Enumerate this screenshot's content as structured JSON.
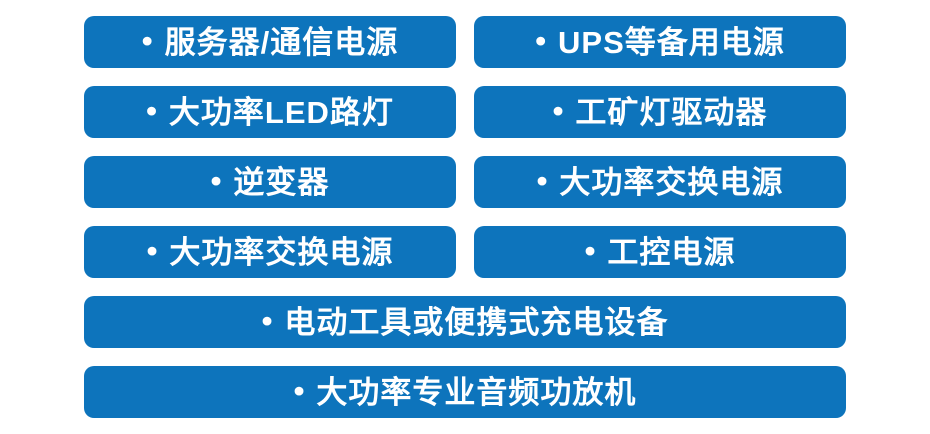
{
  "colors": {
    "accent": "#0d74bc",
    "text": "#ffffff",
    "background": "#ffffff"
  },
  "bullet": "•",
  "items": [
    {
      "label": "服务器/通信电源",
      "width": "half"
    },
    {
      "label": "UPS等备用电源",
      "width": "half"
    },
    {
      "label": "大功率LED路灯",
      "width": "half"
    },
    {
      "label": "工矿灯驱动器",
      "width": "half"
    },
    {
      "label": "逆变器",
      "width": "half"
    },
    {
      "label": "大功率交换电源",
      "width": "half"
    },
    {
      "label": "大功率交换电源",
      "width": "half"
    },
    {
      "label": "工控电源",
      "width": "half"
    },
    {
      "label": "电动工具或便携式充电设备",
      "width": "full"
    },
    {
      "label": "大功率专业音频功放机",
      "width": "full"
    }
  ]
}
